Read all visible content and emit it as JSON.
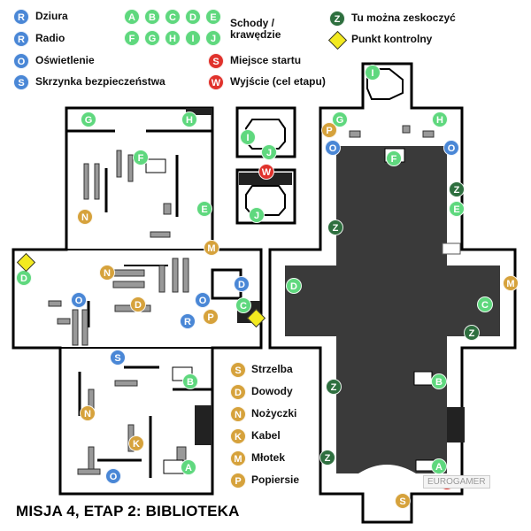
{
  "title": "MISJA 4, ETAP 2: BIBLIOTEKA",
  "watermark": "EUROGAMER",
  "legend_top": [
    {
      "letter": "R",
      "color": "blue",
      "label": "Dziura"
    },
    {
      "letter": "R",
      "color": "blue",
      "label": "Radio"
    },
    {
      "letter": "O",
      "color": "blue",
      "label": "Oświetlenie"
    },
    {
      "letter": "S",
      "color": "blue",
      "label": "Skrzynka bezpieczeństwa"
    }
  ],
  "legend_stairs": {
    "letters": [
      "A",
      "B",
      "C",
      "D",
      "E",
      "F",
      "G",
      "H",
      "I",
      "J"
    ],
    "label_line1": "Schody /",
    "label_line2": "krawędzie"
  },
  "legend_right": [
    {
      "letter": "S",
      "color": "red",
      "label": "Miejsce startu"
    },
    {
      "letter": "W",
      "color": "red",
      "label": "Wyjście (cel etapu)"
    }
  ],
  "legend_far_right": [
    {
      "letter": "Z",
      "color": "dkgreen",
      "label": "Tu można zeskoczyć"
    },
    {
      "letter": "",
      "color": "diamond",
      "label": "Punkt kontrolny"
    }
  ],
  "legend_items": [
    {
      "letter": "S",
      "label": "Strzelba"
    },
    {
      "letter": "D",
      "label": "Dowody"
    },
    {
      "letter": "N",
      "label": "Nożyczki"
    },
    {
      "letter": "K",
      "label": "Kabel"
    },
    {
      "letter": "M",
      "label": "Młotek"
    },
    {
      "letter": "P",
      "label": "Popiersie"
    }
  ],
  "colors": {
    "blue": "#4a87d6",
    "green": "#5fd87e",
    "gold": "#d6a23c",
    "red": "#e0322c",
    "dkgreen": "#2e6f3f",
    "diamond": "#f3ea1f",
    "floor_dark": "#3a3a3a"
  },
  "map_markers": [
    {
      "letter": "G",
      "color": "green"
    },
    {
      "letter": "H",
      "color": "green"
    },
    {
      "letter": "F",
      "color": "green"
    },
    {
      "letter": "E",
      "color": "green"
    },
    {
      "letter": "N",
      "color": "gold"
    },
    {
      "letter": "M",
      "color": "gold"
    },
    {
      "letter": "D",
      "color": "green"
    },
    {
      "letter": "N",
      "color": "gold"
    },
    {
      "letter": "O",
      "color": "blue"
    },
    {
      "letter": "D",
      "color": "gold"
    },
    {
      "letter": "D",
      "color": "blue"
    },
    {
      "letter": "O",
      "color": "blue"
    },
    {
      "letter": "C",
      "color": "green"
    },
    {
      "letter": "P",
      "color": "gold"
    },
    {
      "letter": "R",
      "color": "blue"
    },
    {
      "letter": "S",
      "color": "blue"
    },
    {
      "letter": "B",
      "color": "green"
    },
    {
      "letter": "N",
      "color": "gold"
    },
    {
      "letter": "K",
      "color": "gold"
    },
    {
      "letter": "A",
      "color": "green"
    },
    {
      "letter": "O",
      "color": "blue"
    },
    {
      "letter": "I",
      "color": "green"
    },
    {
      "letter": "J",
      "color": "green"
    },
    {
      "letter": "W",
      "color": "red"
    },
    {
      "letter": "J",
      "color": "green"
    },
    {
      "letter": "I",
      "color": "green"
    },
    {
      "letter": "G",
      "color": "green"
    },
    {
      "letter": "P",
      "color": "gold"
    },
    {
      "letter": "H",
      "color": "green"
    },
    {
      "letter": "O",
      "color": "blue"
    },
    {
      "letter": "O",
      "color": "blue"
    },
    {
      "letter": "F",
      "color": "green"
    },
    {
      "letter": "Z",
      "color": "dkgreen"
    },
    {
      "letter": "E",
      "color": "green"
    },
    {
      "letter": "Z",
      "color": "dkgreen"
    },
    {
      "letter": "D",
      "color": "green"
    },
    {
      "letter": "M",
      "color": "gold"
    },
    {
      "letter": "C",
      "color": "green"
    },
    {
      "letter": "Z",
      "color": "dkgreen"
    },
    {
      "letter": "Z",
      "color": "dkgreen"
    },
    {
      "letter": "B",
      "color": "green"
    },
    {
      "letter": "Z",
      "color": "dkgreen"
    },
    {
      "letter": "A",
      "color": "green"
    },
    {
      "letter": "S",
      "color": "red"
    },
    {
      "letter": "S",
      "color": "gold"
    }
  ]
}
